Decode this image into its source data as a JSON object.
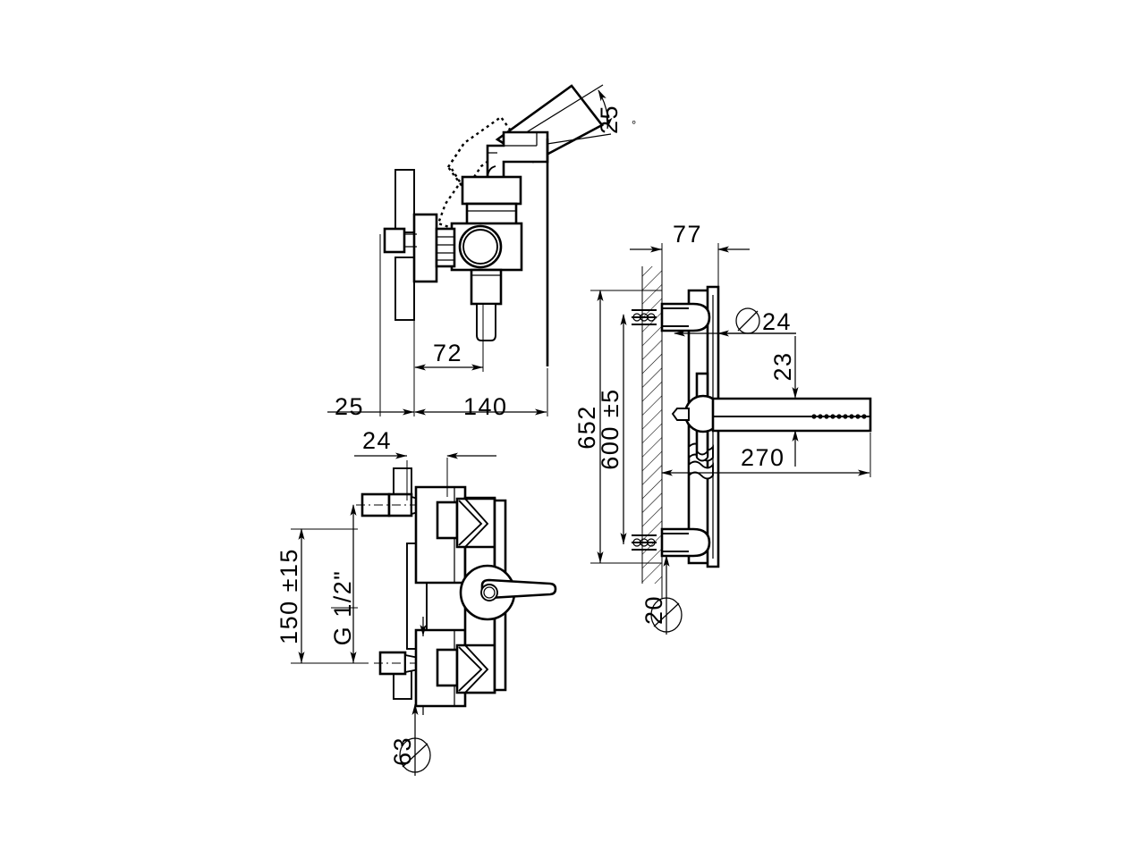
{
  "document": {
    "kind": "technical-dimension-drawing",
    "subject": "Wall-mounted shower / bath mixer tap",
    "background_color": "#ffffff",
    "line_color": "#000000",
    "units": "mm"
  },
  "views": [
    {
      "id": "view-top-left",
      "name": "side-section-view-shower-mixer",
      "description": "Side section view of wall mounted mixer with handshower holder"
    },
    {
      "id": "view-bottom-left",
      "name": "side-section-view-bath-mixer-body",
      "description": "Side section view of mixer body with lever handle and G 1/2\" inlets"
    },
    {
      "id": "view-right",
      "name": "front-section-view-wall-spout",
      "description": "Section view against hatched wall with spout and riser"
    }
  ],
  "dimensions": {
    "top_left": [
      {
        "name": "dim-25",
        "label": "25",
        "value": 25
      },
      {
        "name": "dim-72",
        "label": "72",
        "value": 72
      },
      {
        "name": "dim-140",
        "label": "140",
        "value": 140
      },
      {
        "name": "dim-angle-25",
        "label": "25",
        "suffix": "°",
        "value": 25
      }
    ],
    "bottom_left": [
      {
        "name": "dim-24",
        "label": "24",
        "value": 24
      },
      {
        "name": "dim-150-tol",
        "label": "150 ±15",
        "value": 150,
        "tolerance": 15
      },
      {
        "name": "thread-callout",
        "label": "G 1/2\""
      },
      {
        "name": "dim-diam-63",
        "label": "Ø63",
        "value": 63
      }
    ],
    "right": [
      {
        "name": "dim-77",
        "label": "77",
        "value": 77
      },
      {
        "name": "dim-diam-24",
        "label": "Ø24",
        "value": 24
      },
      {
        "name": "dim-23",
        "label": "23",
        "value": 23
      },
      {
        "name": "dim-270",
        "label": "270",
        "value": 270
      },
      {
        "name": "dim-652",
        "label": "652",
        "value": 652
      },
      {
        "name": "dim-600-tol",
        "label": "600 ±5",
        "value": 600,
        "tolerance": 5
      },
      {
        "name": "dim-diam-20",
        "label": "Ø20",
        "value": 20
      }
    ]
  },
  "labels": {
    "d25": "25",
    "d72": "72",
    "d140": "140",
    "angle25": "25",
    "degree": "°",
    "d24_bottom": "24",
    "d150": "150 ±15",
    "thread": "G 1/2\"",
    "d63": "Ø63",
    "d77": "77",
    "d24_right": "Ø24",
    "d23": "23",
    "d270": "270",
    "d652": "652",
    "d600": "600 ±5",
    "d20": "Ø20"
  }
}
